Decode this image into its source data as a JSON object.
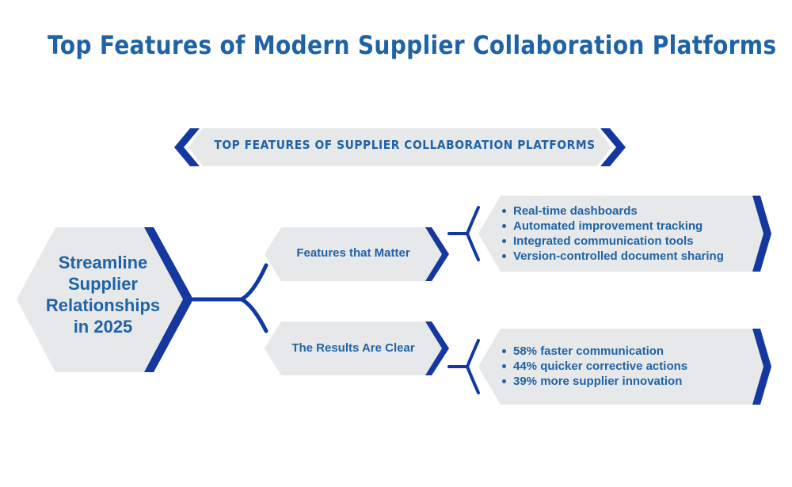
{
  "title": "Top Features of Modern Supplier Collaboration Platforms",
  "banner": {
    "label": "TOP FEATURES OF SUPPLIER COLLABORATION PLATFORMS"
  },
  "hub": {
    "lines": [
      "Streamline",
      "Supplier",
      "Relationships",
      "in 2025"
    ]
  },
  "branches": [
    {
      "label": "Features that Matter",
      "items": [
        "Real-time dashboards",
        "Automated improvement tracking",
        "Integrated communication tools",
        "Version-controlled document sharing"
      ]
    },
    {
      "label": "The Results Are Clear",
      "items": [
        "58% faster communication",
        "44% quicker corrective actions",
        "39% more supplier innovation"
      ]
    }
  ],
  "colors": {
    "title_blue": "#1f63a6",
    "accent_navy": "#1538a0",
    "shape_fill": "#e7e8ea",
    "connector": "#0f3aa3"
  }
}
